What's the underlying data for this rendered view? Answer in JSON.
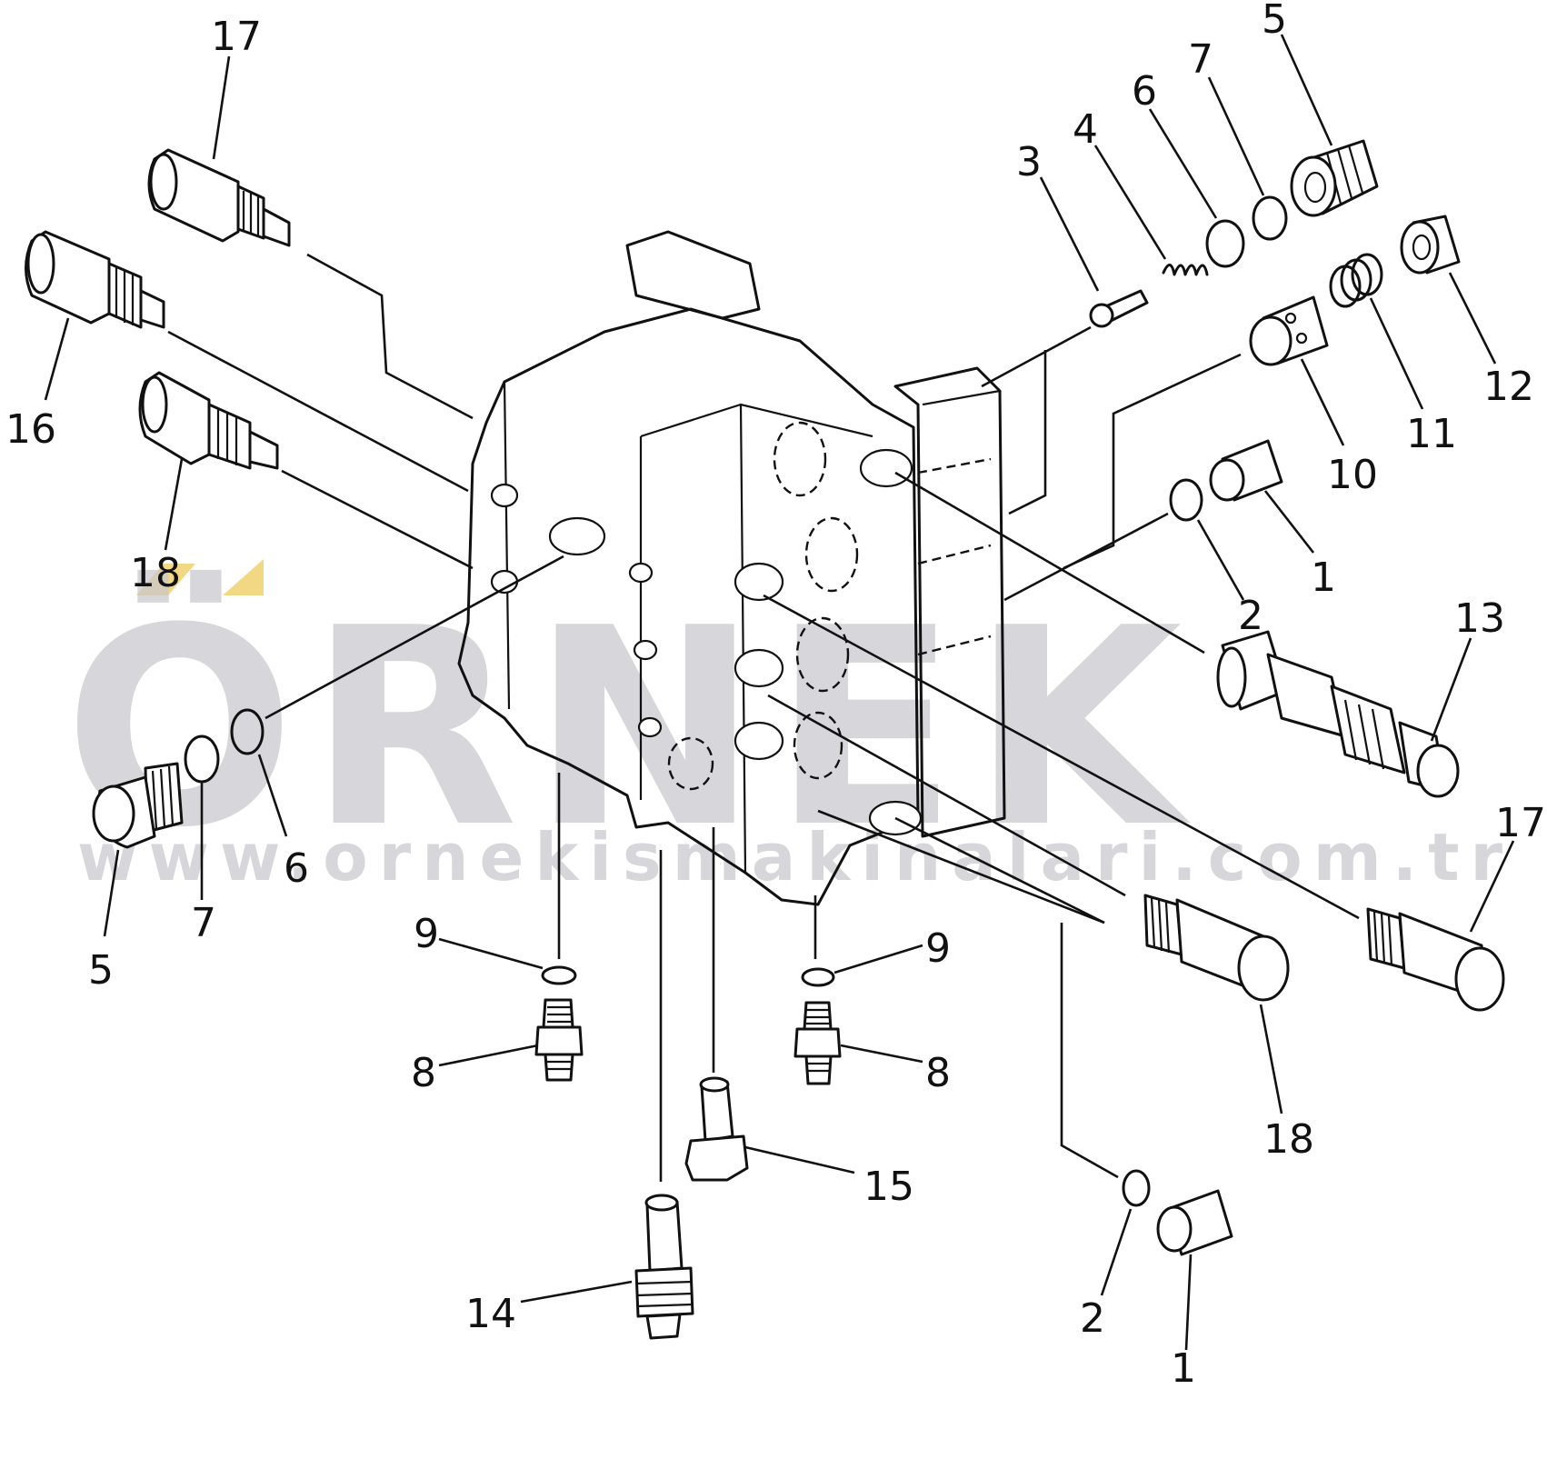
{
  "watermark": {
    "brand": "ÖRNEK",
    "url": "www.ornekismakinalari.com.tr",
    "brand_color": "#c9c7cd",
    "accent_color": "#f2d784"
  },
  "labels": [
    {
      "id": "l17a",
      "text": "17"
    },
    {
      "id": "l16",
      "text": "16"
    },
    {
      "id": "l18a",
      "text": "18"
    },
    {
      "id": "l5a",
      "text": "5"
    },
    {
      "id": "l7a",
      "text": "7"
    },
    {
      "id": "l6a",
      "text": "6"
    },
    {
      "id": "l9a",
      "text": "9"
    },
    {
      "id": "l8a",
      "text": "8"
    },
    {
      "id": "l14",
      "text": "14"
    },
    {
      "id": "l15",
      "text": "15"
    },
    {
      "id": "l9b",
      "text": "9"
    },
    {
      "id": "l8b",
      "text": "8"
    },
    {
      "id": "l3",
      "text": "3"
    },
    {
      "id": "l4",
      "text": "4"
    },
    {
      "id": "l6b",
      "text": "6"
    },
    {
      "id": "l7b",
      "text": "7"
    },
    {
      "id": "l5b",
      "text": "5"
    },
    {
      "id": "l12",
      "text": "12"
    },
    {
      "id": "l11",
      "text": "11"
    },
    {
      "id": "l10",
      "text": "10"
    },
    {
      "id": "l1a",
      "text": "1"
    },
    {
      "id": "l2a",
      "text": "2"
    },
    {
      "id": "l13",
      "text": "13"
    },
    {
      "id": "l17b",
      "text": "17"
    },
    {
      "id": "l18b",
      "text": "18"
    },
    {
      "id": "l2b",
      "text": "2"
    },
    {
      "id": "l1b",
      "text": "1"
    }
  ]
}
